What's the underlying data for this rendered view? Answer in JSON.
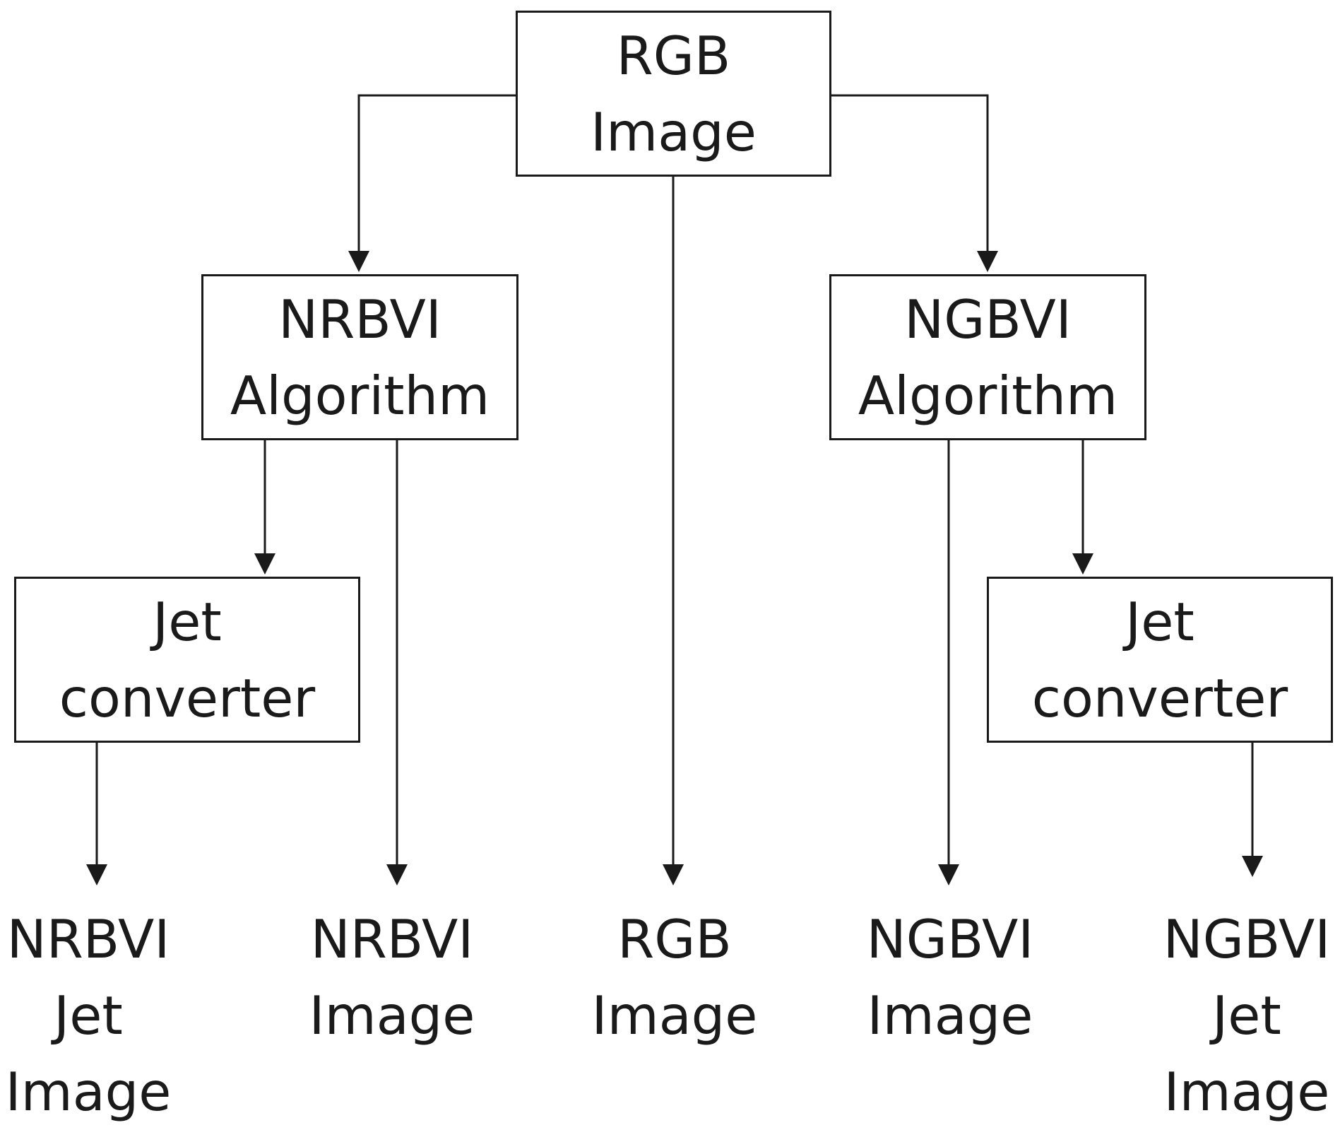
{
  "nodes": {
    "rgb_input": {
      "line1": "RGB",
      "line2": "Image"
    },
    "nrbvi_algorithm": {
      "line1": "NRBVI",
      "line2": "Algorithm"
    },
    "ngbvi_algorithm": {
      "line1": "NGBVI",
      "line2": "Algorithm"
    },
    "jet_converter_left": {
      "line1": "Jet",
      "line2": "converter"
    },
    "jet_converter_right": {
      "line1": "Jet",
      "line2": "converter"
    }
  },
  "outputs": {
    "nrbvi_jet_image": {
      "line1": "NRBVI",
      "line2": "Jet",
      "line3": "Image"
    },
    "nrbvi_image": {
      "line1": "NRBVI",
      "line2": "Image"
    },
    "rgb_image": {
      "line1": "RGB",
      "line2": "Image"
    },
    "ngbvi_image": {
      "line1": "NGBVI",
      "line2": "Image"
    },
    "ngbvi_jet_image": {
      "line1": "NGBVI",
      "line2": "Jet",
      "line3": "Image"
    }
  },
  "colors": {
    "stroke": "#1a1a1a",
    "background": "#ffffff"
  }
}
